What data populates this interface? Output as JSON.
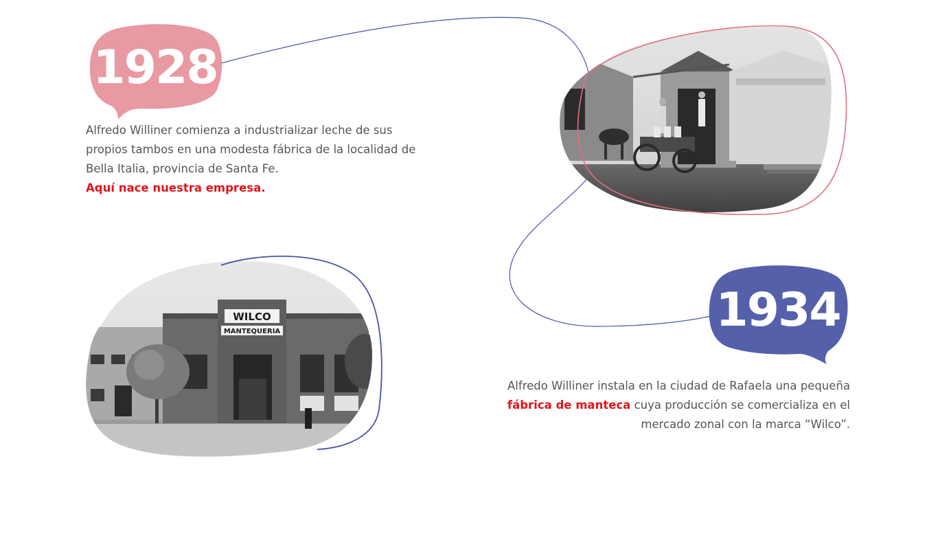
{
  "colors": {
    "pink": "#e899a2",
    "blue": "#5560ab",
    "accent_red": "#e3161b",
    "body_text": "#555555",
    "pink_outline": "#e0707e",
    "blue_outline": "#4a53a6"
  },
  "timeline": {
    "entry_1928": {
      "year": "1928",
      "text_1": "Alfredo Williner comienza a industrializar leche de sus",
      "text_2": "propios tambos en una modesta fábrica de la localidad de",
      "text_3": "Bella Italia, provincia de Santa Fe.",
      "highlight": "Aquí nace nuestra empresa."
    },
    "entry_1934": {
      "year": "1934",
      "text_1": "Alfredo Williner instala en la ciudad de Rafaela una pequeña",
      "highlight": "fábrica de manteca",
      "text_2": " cuya producción se comercializa en el",
      "text_3": "mercado zonal con la marca “Wilco”.",
      "sign_top": "WILCO",
      "sign_bottom": "MANTEQUERIA"
    }
  }
}
